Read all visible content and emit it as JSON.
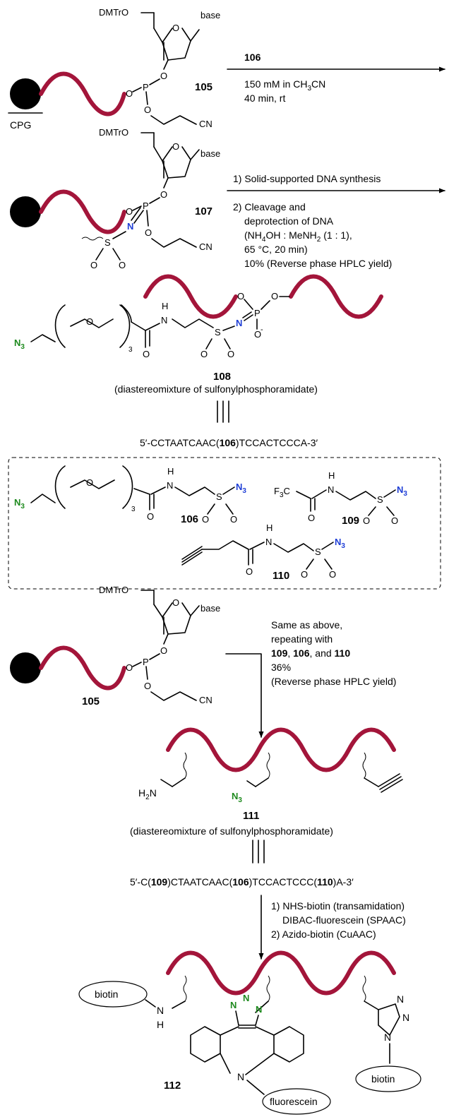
{
  "colors": {
    "strand": "#a3153a",
    "azide_blue": "#1f3fd6",
    "azide_green": "#1e8a1e",
    "black": "#000000"
  },
  "labels": {
    "dmtro": "DMTrO",
    "base": "base",
    "o": "O",
    "p": "P",
    "cn": "CN",
    "cpg": "CPG",
    "n": "N",
    "s": "S",
    "h": "H",
    "n3": "N",
    "n3_sub": "3",
    "o_minus": "-",
    "three": "3",
    "h2n": "H",
    "h2n_sub": "2",
    "f3c": "F",
    "f3c_sub": "3",
    "c": "C",
    "nh": "NH",
    "biotin": "biotin",
    "fluorescein": "fluorescein"
  },
  "compounds": {
    "c105": "105",
    "c106": "106",
    "c107": "107",
    "c108": "108",
    "c109": "109",
    "c110": "110",
    "c111": "111",
    "c112": "112"
  },
  "step1": {
    "reagent": "106",
    "cond1_a": "150 mM in CH",
    "cond1_sub": "3",
    "cond1_b": "CN",
    "cond2": "40 min, rt"
  },
  "step2": {
    "line1": "1) Solid-supported DNA synthesis",
    "line2": "2) Cleavage and",
    "line3": "deprotection of DNA",
    "line4_a": "(NH",
    "line4_sub": "4",
    "line4_b": "OH : MeNH",
    "line4_sub2": "2",
    "line4_c": " (1 : 1),",
    "line5": "65 °C, 20 min)",
    "line6": "10% (Reverse phase HPLC yield)"
  },
  "desc108": "(diastereomixture of sulfonylphosphoramidate)",
  "seq1": {
    "a": "5′-CCTAATCAAC(",
    "b": "106",
    "c": ")TCCACTCCCA-3′"
  },
  "step3": {
    "line1": "Same as above,",
    "line2": "repeating with",
    "line3_a": "109",
    "line3_b": ", ",
    "line3_c": "106",
    "line3_d": ", and ",
    "line3_e": "110",
    "line4": "36%",
    "line5": "(Reverse phase HPLC yield)"
  },
  "desc111": "(diastereomixture of sulfonylphosphoramidate)",
  "seq2": {
    "a": "5′-C(",
    "b": "109",
    "c": ")CTAATCAAC(",
    "d": "106",
    "e": ")TCCACTCCC(",
    "f": "110",
    "g": ")A-3′"
  },
  "step4": {
    "line1": "1) NHS-biotin (transamidation)",
    "line2": "DIBAC-fluorescein (SPAAC)",
    "line3": "2) Azido-biotin (CuAAC)"
  }
}
